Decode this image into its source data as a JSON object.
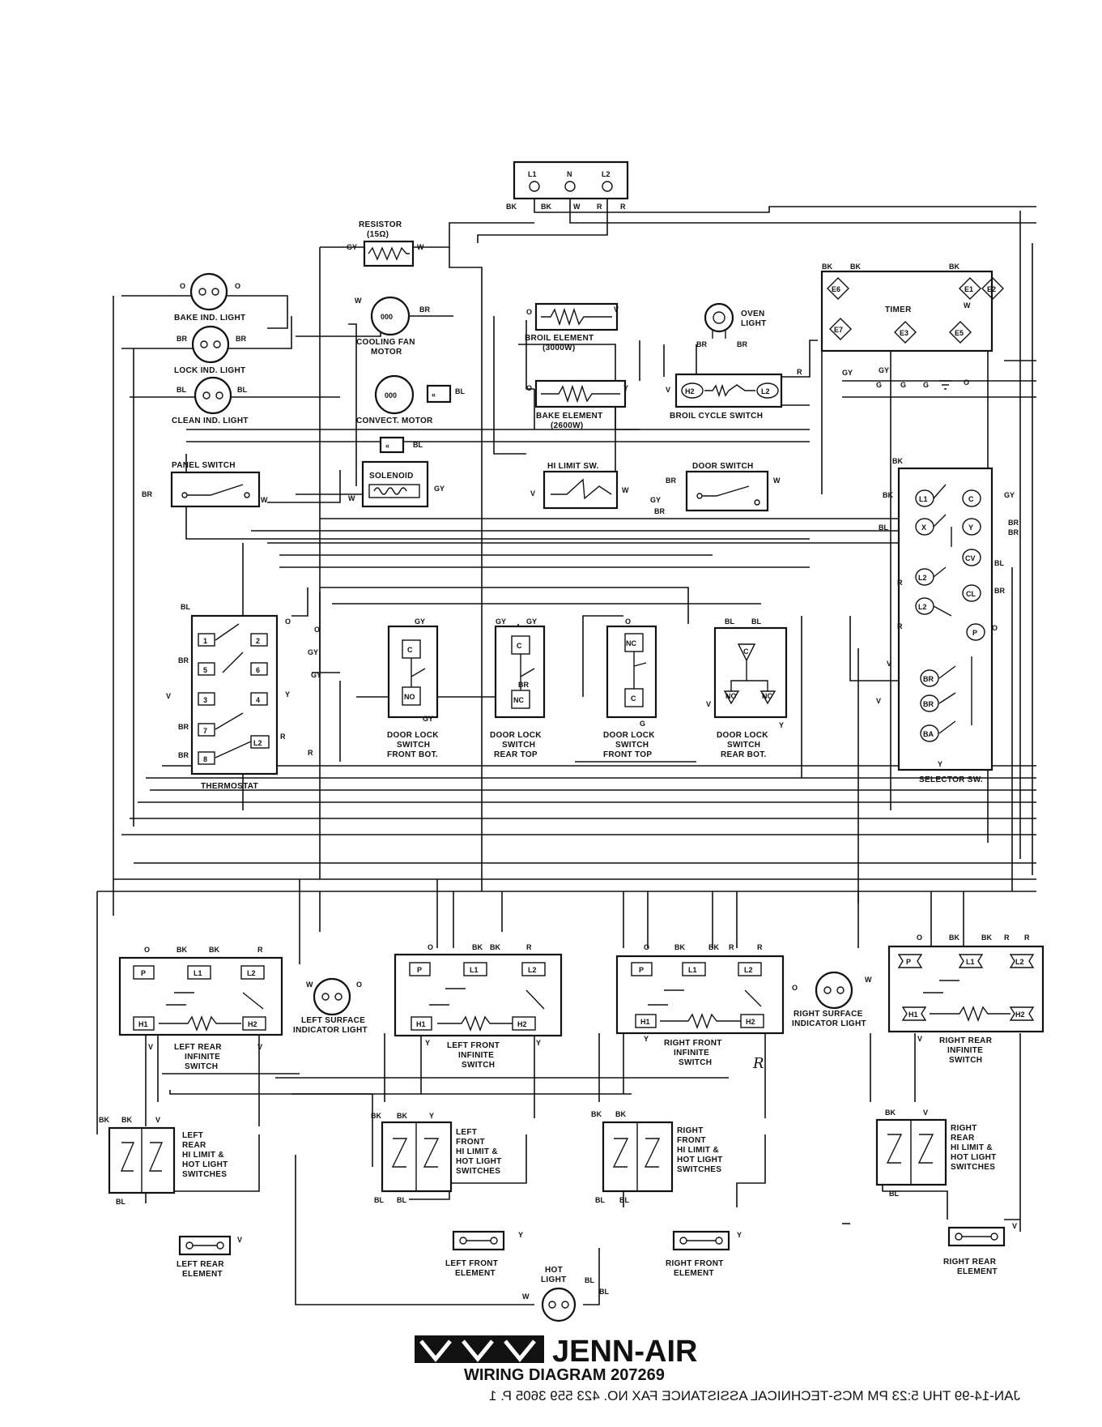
{
  "components": {
    "terminal_block": {
      "pins": [
        "L1",
        "N",
        "L2"
      ],
      "wires": [
        "BK",
        "BK",
        "W",
        "R",
        "R"
      ]
    },
    "resistor": {
      "label": "RESISTOR",
      "value": "(15Ω)",
      "wire_left": "GY",
      "wire_right": "W"
    },
    "bake_ind_light": {
      "label": "BAKE IND. LIGHT",
      "wire_left": "O",
      "wire_right": "O"
    },
    "lock_ind_light": {
      "label": "LOCK IND. LIGHT",
      "wire_left": "BR",
      "wire_right": "BR"
    },
    "clean_ind_light": {
      "label": "CLEAN IND. LIGHT",
      "wire_left": "BL",
      "wire_right": "BL"
    },
    "cooling_fan_motor": {
      "label1": "COOLING FAN",
      "label2": "MOTOR",
      "wire_left": "W",
      "wire_right": "BR"
    },
    "convect_motor": {
      "label": "CONVECT. MOTOR",
      "wire": "BL"
    },
    "broil_element": {
      "label1": "BROIL ELEMENT",
      "label2": "(3000W)",
      "wire_left": "O",
      "wire_right": "V"
    },
    "bake_element": {
      "label1": "BAKE ELEMENT",
      "label2": "(2600W)",
      "wire_left": "O",
      "wire_right": "Y"
    },
    "oven_light": {
      "label1": "OVEN",
      "label2": "LIGHT",
      "wire_left": "BR",
      "wire_right": "BR"
    },
    "broil_cycle_switch": {
      "label": "BROIL CYCLE SWITCH",
      "pin_left": "H2",
      "pin_right": "L2",
      "wire_left": "V",
      "wire_right": "R"
    },
    "timer": {
      "label": "TIMER",
      "pins": [
        "E6",
        "E1",
        "E2",
        "E7",
        "E3",
        "E5"
      ],
      "wires": [
        "BK",
        "BK",
        "BK",
        "W",
        "GY",
        "GY",
        "G",
        "G",
        "G",
        "O"
      ]
    },
    "panel_switch": {
      "label": "PANEL SWITCH",
      "wire_left": "BR",
      "wire_right": "W"
    },
    "solenoid": {
      "label": "SOLENOID",
      "wire_left": "W",
      "wire_right": "GY",
      "wire_top": "BL"
    },
    "hi_limit_sw": {
      "label": "HI LIMIT SW.",
      "wire_left": "V",
      "wire_right": "W"
    },
    "door_switch": {
      "label": "DOOR SWITCH",
      "wire_left": "BR",
      "wire_right": "W",
      "wire_bottom": [
        "GY",
        "BR"
      ]
    },
    "thermostat": {
      "label": "THERMOSTAT",
      "pins": [
        "1",
        "2",
        "5",
        "6",
        "3",
        "4",
        "7",
        "L2",
        "8"
      ],
      "wires": [
        "BL",
        "O",
        "O",
        "BR",
        "GY",
        "GY",
        "V",
        "Y",
        "BR",
        "R",
        "BR",
        "R"
      ]
    },
    "door_lock_front_bot": {
      "label1": "DOOR LOCK",
      "label2": "SWITCH",
      "label3": "FRONT BOT.",
      "pins": [
        "C",
        "NO"
      ],
      "wires": [
        "GY",
        "GY"
      ]
    },
    "door_lock_rear_top": {
      "label1": "DOOR LOCK",
      "label2": "SWITCH",
      "label3": "REAR TOP",
      "pins": [
        "C",
        "NC"
      ],
      "wires": [
        "GY",
        "GY",
        "BR"
      ]
    },
    "door_lock_front_top": {
      "label1": "DOOR LOCK",
      "label2": "SWITCH",
      "label3": "FRONT TOP",
      "pins": [
        "NC",
        "C"
      ],
      "wires": [
        "O",
        "G"
      ]
    },
    "door_lock_rear_bot": {
      "label1": "DOOR LOCK",
      "label2": "SWITCH",
      "label3": "REAR BOT.",
      "pins": [
        "C",
        "NO",
        "NC"
      ],
      "wires": [
        "BL",
        "BL",
        "V",
        "Y"
      ]
    },
    "selector_sw": {
      "label": "SELECTOR SW.",
      "pins": [
        "L1",
        "C",
        "X",
        "Y",
        "CV",
        "L2",
        "CL",
        "L2",
        "P",
        "BR",
        "BR",
        "BA"
      ],
      "wires": [
        "BK",
        "BK",
        "GY",
        "BL",
        "BR",
        "BR",
        "BL",
        "BR",
        "R",
        "R",
        "V",
        "V",
        "Y",
        "O"
      ]
    },
    "left_rear_infinite": {
      "label1": "LEFT REAR",
      "label2": "INFINITE",
      "label3": "SWITCH",
      "pins": [
        "P",
        "L1",
        "L2",
        "H1",
        "H2"
      ],
      "wires": [
        "O",
        "BK",
        "BK",
        "R",
        "V",
        "V"
      ]
    },
    "left_surface_light": {
      "label1": "LEFT SURFACE",
      "label2": "INDICATOR LIGHT",
      "wire_left": "W",
      "wire_right": "O"
    },
    "left_front_infinite": {
      "label1": "LEFT FRONT",
      "label2": "INFINITE",
      "label3": "SWITCH",
      "pins": [
        "P",
        "L1",
        "L2",
        "H1",
        "H2"
      ],
      "wires": [
        "O",
        "BK",
        "BK",
        "R",
        "Y",
        "Y"
      ]
    },
    "right_front_infinite": {
      "label1": "RIGHT FRONT",
      "label2": "INFINITE",
      "label3": "SWITCH",
      "pins": [
        "P",
        "L1",
        "L2",
        "H1",
        "H2"
      ],
      "wires": [
        "O",
        "BK",
        "BK",
        "R",
        "R",
        "Y"
      ],
      "handwritten": "R"
    },
    "right_surface_light": {
      "label1": "RIGHT SURFACE",
      "label2": "INDICATOR LIGHT",
      "wire_left": "O",
      "wire_right": "W"
    },
    "right_rear_infinite": {
      "label1": "RIGHT REAR",
      "label2": "INFINITE",
      "label3": "SWITCH",
      "pins": [
        "P",
        "L1",
        "L2",
        "H1",
        "H2"
      ],
      "wires": [
        "O",
        "BK",
        "BK",
        "R",
        "R",
        "V"
      ]
    },
    "left_rear_hilimit": {
      "lines": [
        "LEFT",
        "REAR",
        "HI LIMIT &",
        "HOT LIGHT",
        "SWITCHES"
      ],
      "wires": [
        "BK",
        "BK",
        "V",
        "BL"
      ]
    },
    "left_front_hilimit": {
      "lines": [
        "LEFT",
        "FRONT",
        "HI LIMIT &",
        "HOT LIGHT",
        "SWITCHES"
      ],
      "wires": [
        "BK",
        "BK",
        "Y",
        "BL",
        "BL"
      ]
    },
    "right_front_hilimit": {
      "lines": [
        "RIGHT",
        "FRONT",
        "HI LIMIT &",
        "HOT LIGHT",
        "SWITCHES"
      ],
      "wires": [
        "BK",
        "BK",
        "BL",
        "BL"
      ]
    },
    "right_rear_hilimit": {
      "lines": [
        "RIGHT",
        "REAR",
        "HI LIMIT &",
        "HOT LIGHT",
        "SWITCHES"
      ],
      "wires": [
        "BK",
        "V",
        "BL"
      ]
    },
    "left_rear_element": {
      "label1": "LEFT REAR",
      "label2": "ELEMENT",
      "wire": "V"
    },
    "left_front_element": {
      "label1": "LEFT FRONT",
      "label2": "ELEMENT",
      "wire": "Y"
    },
    "right_front_element": {
      "label1": "RIGHT FRONT",
      "label2": "ELEMENT",
      "wire": "Y"
    },
    "right_rear_element": {
      "label1": "RIGHT REAR",
      "label2": "ELEMENT",
      "wire": "V"
    },
    "hot_light": {
      "label1": "HOT",
      "label2": "LIGHT",
      "wires": [
        "W",
        "BL",
        "BL"
      ]
    }
  },
  "footer": {
    "brand": "JENN-AIR",
    "title": "WIRING DIAGRAM 207269",
    "fax_header": "JAN-14-99 THU  5:23 PM  MCS-TECHNICAL ASSISTANCE     FAX NO.  423 559 3605            P. 1"
  },
  "colors": {
    "ink": "#111111",
    "paper": "#ffffff"
  }
}
